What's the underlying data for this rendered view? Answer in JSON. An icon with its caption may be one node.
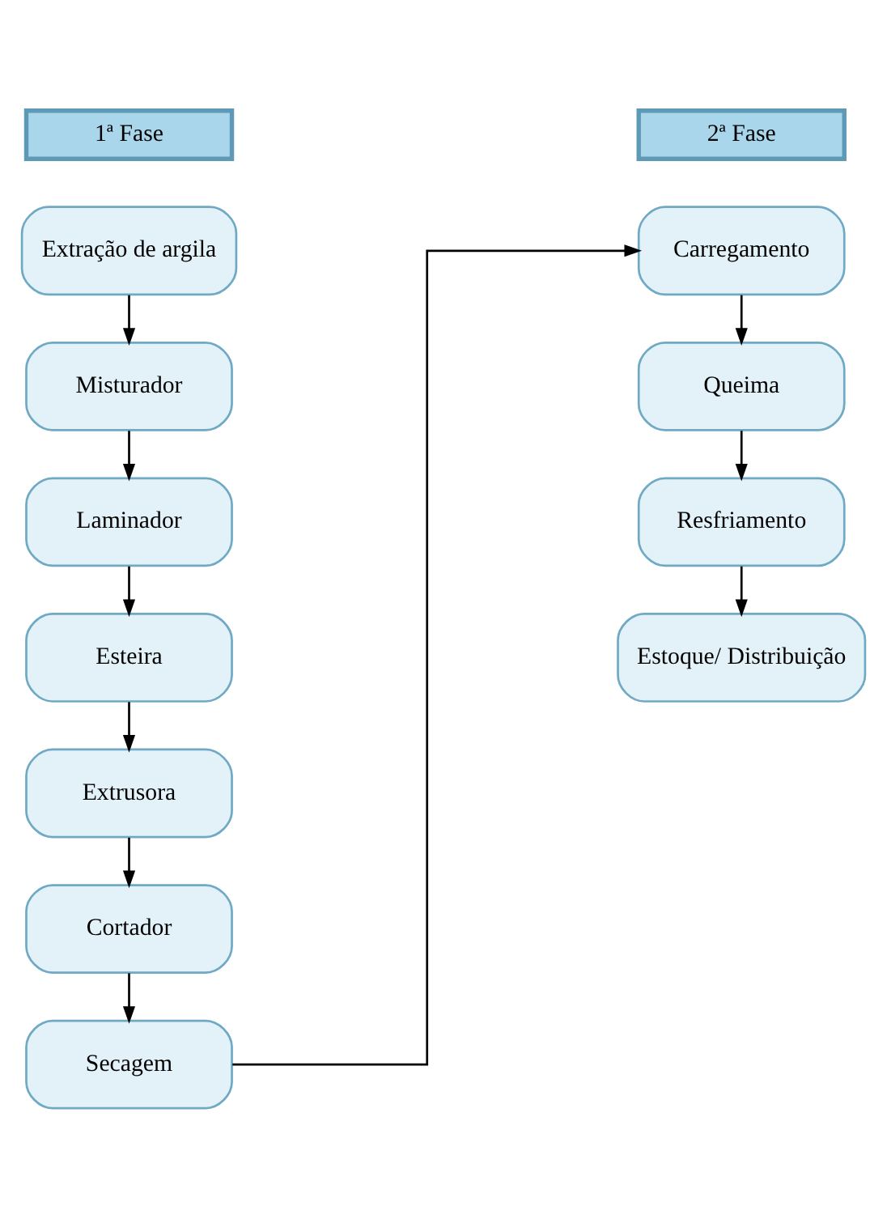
{
  "diagram": {
    "nodes": [
      {
        "text": [
          "1ª Fase"
        ]
      },
      {
        "text": [
          "Extração de argila"
        ]
      },
      {
        "text": [
          "Misturador"
        ]
      },
      {
        "text": [
          "Laminador"
        ]
      },
      {
        "text": [
          "Esteira"
        ]
      },
      {
        "text": [
          "Extrusora"
        ]
      },
      {
        "text": [
          "Cortador"
        ]
      },
      {
        "text": [
          "Secagem"
        ]
      },
      {
        "text": [
          "2ª Fase"
        ]
      },
      {
        "text": [
          "Carregamento"
        ]
      },
      {
        "text": [
          "Queima"
        ]
      },
      {
        "text": [
          "Resfriamento"
        ]
      },
      {
        "text": [
          "Estoque/ Distribuição"
        ]
      }
    ],
    "edges": [
      {
        "from": 1,
        "to": 2,
        "arrow": "to"
      },
      {
        "from": 2,
        "to": 3,
        "arrow": "to"
      },
      {
        "from": 3,
        "to": 4,
        "arrow": "to"
      },
      {
        "from": 4,
        "to": 5,
        "arrow": "to"
      },
      {
        "from": 5,
        "to": 6,
        "arrow": "to"
      },
      {
        "from": 6,
        "to": 7,
        "arrow": "to"
      },
      {
        "from": 7,
        "to": 9,
        "arrow": "to"
      },
      {
        "from": 9,
        "to": 10,
        "arrow": "to"
      },
      {
        "from": 10,
        "to": 11,
        "arrow": "to"
      },
      {
        "from": 11,
        "to": 12,
        "arrow": "to"
      }
    ]
  }
}
